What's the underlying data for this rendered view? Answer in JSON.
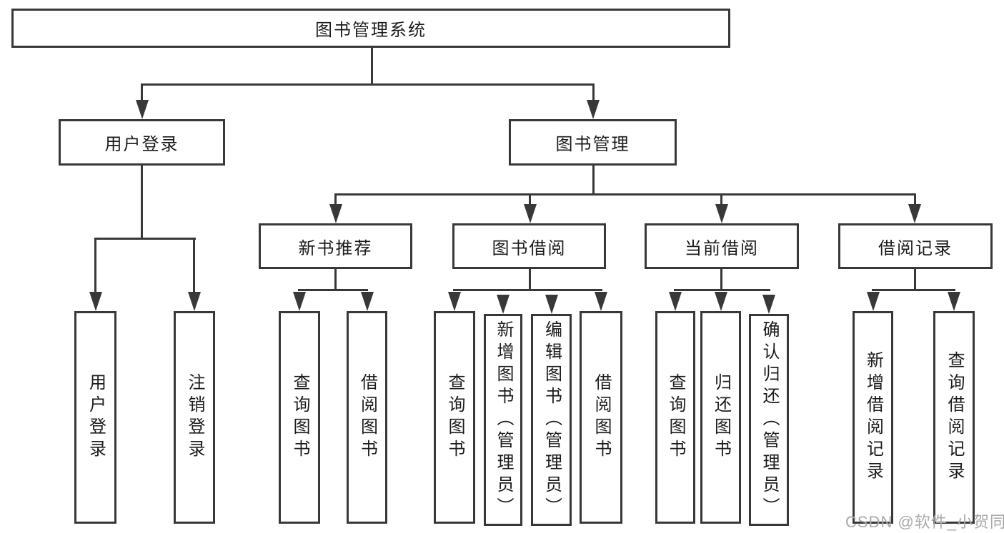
{
  "diagram": {
    "title": "图书管理系统",
    "nodes": {
      "user_login": "用户登录",
      "book_manage": "图书管理",
      "new_book": "新书推荐",
      "book_borrow": "图书借阅",
      "current_borrow": "当前借阅",
      "borrow_records": "借阅记录"
    },
    "leaves": {
      "login": [
        "用户登录",
        "注销登录"
      ],
      "new_book": [
        "查询图书",
        "借阅图书"
      ],
      "book_borrow": [
        "查询图书",
        "新增图书（管理员）",
        "编辑图书（管理员）",
        "借阅图书"
      ],
      "current_borrow": [
        "查询图书",
        "归还图书",
        "确认归还（管理员）"
      ],
      "borrow_records": [
        "新增借阅记录",
        "查询借阅记录"
      ]
    }
  },
  "watermark": "CSDN @软件_小贺同学",
  "colors": {
    "line": "#383838",
    "text": "#1c1c1c",
    "watermark": "#a9a9a9",
    "background": "#ffffff"
  }
}
